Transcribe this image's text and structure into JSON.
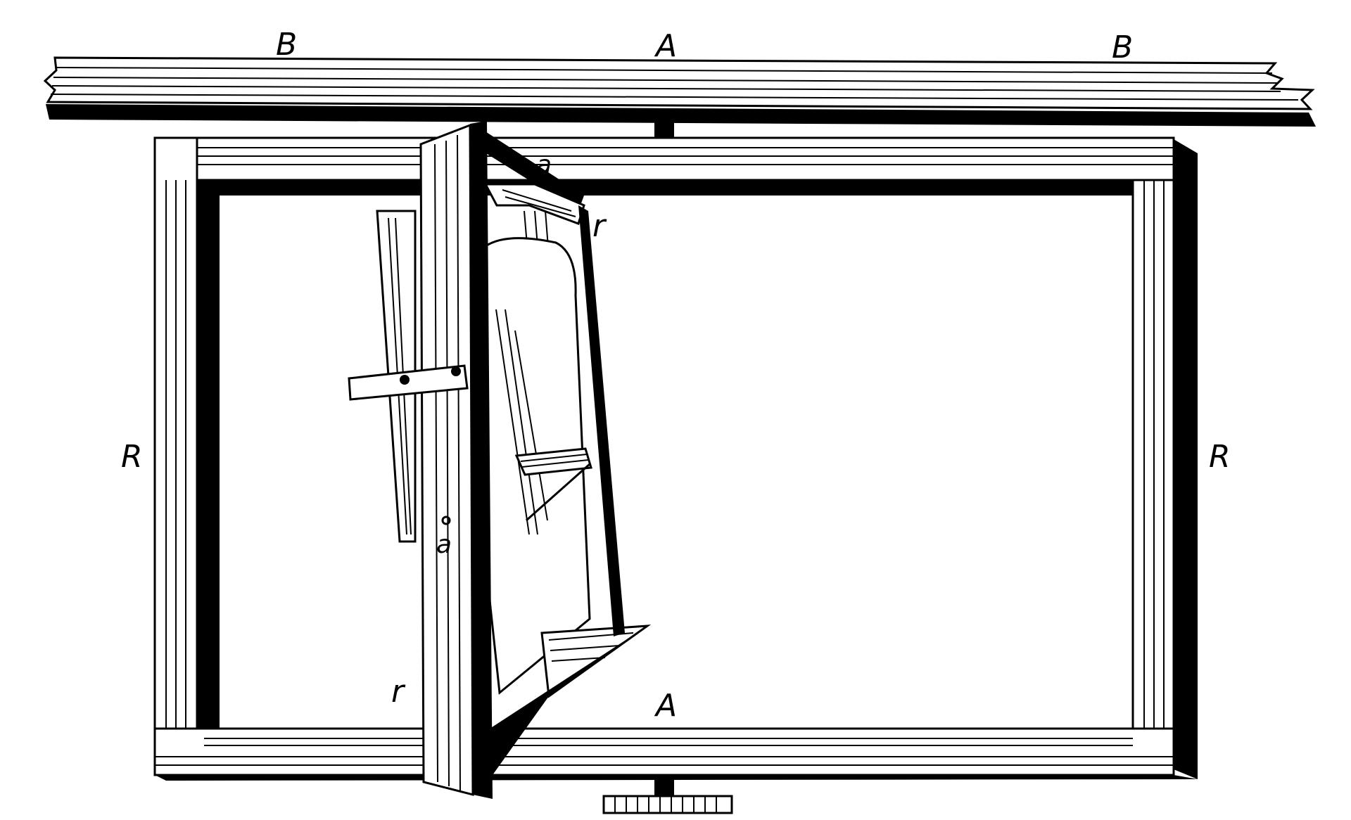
{
  "labels": {
    "top_left": "B",
    "top_center": "A",
    "top_right": "B",
    "left": "R",
    "right": "R",
    "bottom_center": "A",
    "small_a_top": "a",
    "small_a_mid": "a",
    "small_r_top": "r",
    "small_r_bottom": "r"
  }
}
